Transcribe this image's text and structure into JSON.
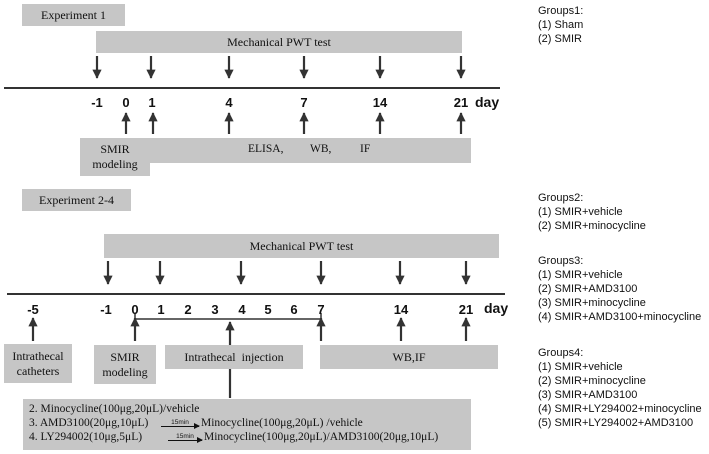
{
  "experiment1": {
    "header": "Experiment 1",
    "pwt_label": "Mechanical PWT test",
    "ticks": [
      "-1",
      "0",
      "1",
      "4",
      "7",
      "14",
      "21"
    ],
    "day_label": "day",
    "modeling_label": "SMIR\nmodeling",
    "assay_labels": [
      "ELISA,",
      "WB,",
      "IF"
    ]
  },
  "experiment2": {
    "header": "Experiment 2-4",
    "pwt_label": "Mechanical PWT test",
    "ticks": [
      "-5",
      "-1",
      "0",
      "1",
      "2",
      "3",
      "4",
      "5",
      "6",
      "7",
      "14",
      "21"
    ],
    "day_label": "day",
    "catheter_label": "Intrathecal\ncatheters",
    "modeling_label": "SMIR\nmodeling",
    "injection_label": "Intrathecal  injection",
    "assay_label": "WB,IF",
    "protocols": [
      {
        "pre": "2. Minocycline(100μg,20μL)/vehicle",
        "time": "",
        "post": ""
      },
      {
        "pre": "3. AMD3100(20μg,10μL)",
        "time": "15min",
        "post": "Minocycline(100μg,20μL) /vehicle"
      },
      {
        "pre": "4. LY294002(10μg,5μL)",
        "time": "15min",
        "post": "Minocycline(100μg,20μL)/AMD3100(20μg,10μL)"
      }
    ]
  },
  "groups": [
    {
      "title": "Groups1:",
      "items": [
        "(1) Sham",
        "(2) SMIR"
      ]
    },
    {
      "title": "Groups2:",
      "items": [
        "(1) SMIR+vehicle",
        "(2) SMIR+minocycline"
      ]
    },
    {
      "title": "Groups3:",
      "items": [
        "(1) SMIR+vehicle",
        "(2) SMIR+AMD3100",
        "(3) SMIR+minocycline",
        "(4) SMIR+AMD3100+minocycline"
      ]
    },
    {
      "title": "Groups4:",
      "items": [
        "(1) SMIR+vehicle",
        "(2) SMIR+minocycline",
        "(3) SMIR+AMD3100",
        "(4) SMIR+LY294002+minocycline",
        "(5) SMIR+LY294002+AMD3100"
      ]
    }
  ]
}
